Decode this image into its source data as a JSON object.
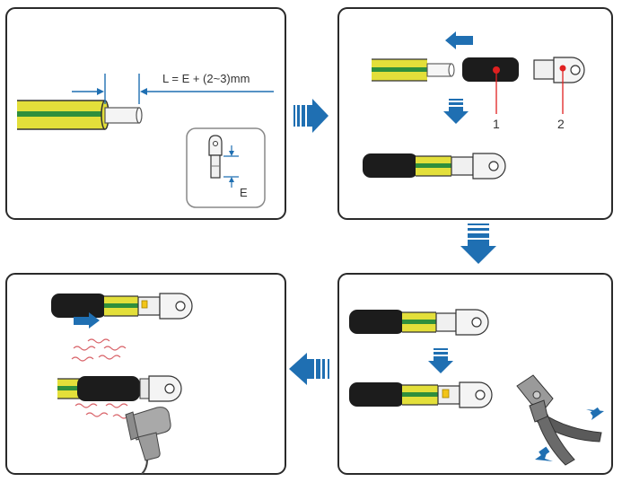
{
  "colors": {
    "panel_border": "#2a2a2a",
    "accent_blue": "#1f6fb2",
    "wire_yellow": "#e3df3a",
    "wire_green": "#2f8f3c",
    "sleeve_black": "#1c1c1c",
    "terminal_gray": "#eeeeee",
    "heat_red": "#d9656b",
    "marker_red": "#e02020"
  },
  "steps": [
    {
      "id": "strip",
      "dimension_label": "L = E + (2~3)mm",
      "inset_label": "E"
    },
    {
      "id": "assemble",
      "callouts": [
        "1",
        "2"
      ]
    },
    {
      "id": "crimp"
    },
    {
      "id": "heat-shrink"
    }
  ],
  "icons": [
    "arrow-right-icon",
    "arrow-down-icon",
    "arrow-left-icon",
    "crimping-tool-icon",
    "heat-gun-icon",
    "ot-terminal-icon"
  ]
}
